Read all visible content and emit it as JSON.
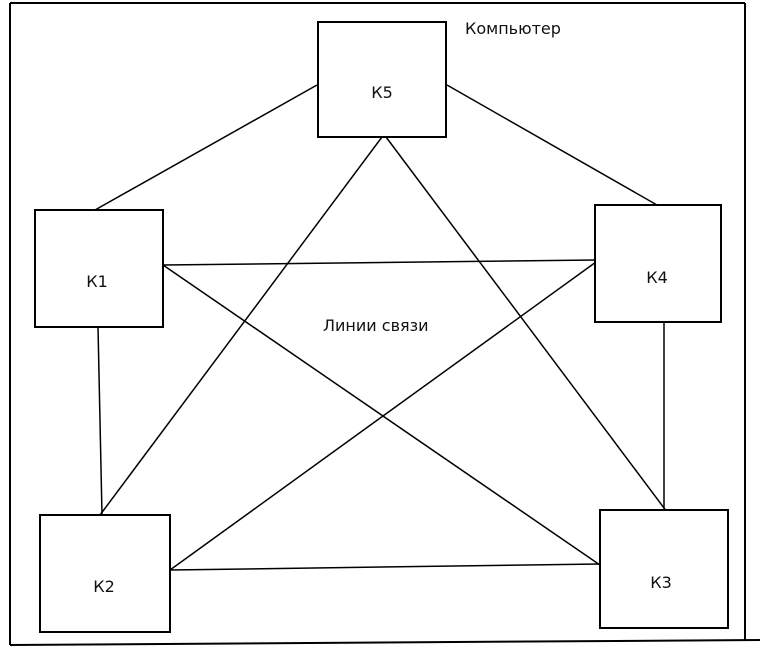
{
  "annotations": {
    "computer_label": "Компьютер",
    "links_label": "Линии связи"
  },
  "nodes": [
    {
      "id": "k1",
      "label": "К1"
    },
    {
      "id": "k2",
      "label": "К2"
    },
    {
      "id": "k3",
      "label": "К3"
    },
    {
      "id": "k4",
      "label": "К4"
    },
    {
      "id": "k5",
      "label": "К5"
    }
  ],
  "links": [
    {
      "from": "k5",
      "to": "k1"
    },
    {
      "from": "k5",
      "to": "k4"
    },
    {
      "from": "k5",
      "to": "k2"
    },
    {
      "from": "k5",
      "to": "k3"
    },
    {
      "from": "k1",
      "to": "k4"
    },
    {
      "from": "k1",
      "to": "k3"
    },
    {
      "from": "k1",
      "to": "k2"
    },
    {
      "from": "k2",
      "to": "k4"
    },
    {
      "from": "k2",
      "to": "k3"
    },
    {
      "from": "k4",
      "to": "k3"
    }
  ]
}
